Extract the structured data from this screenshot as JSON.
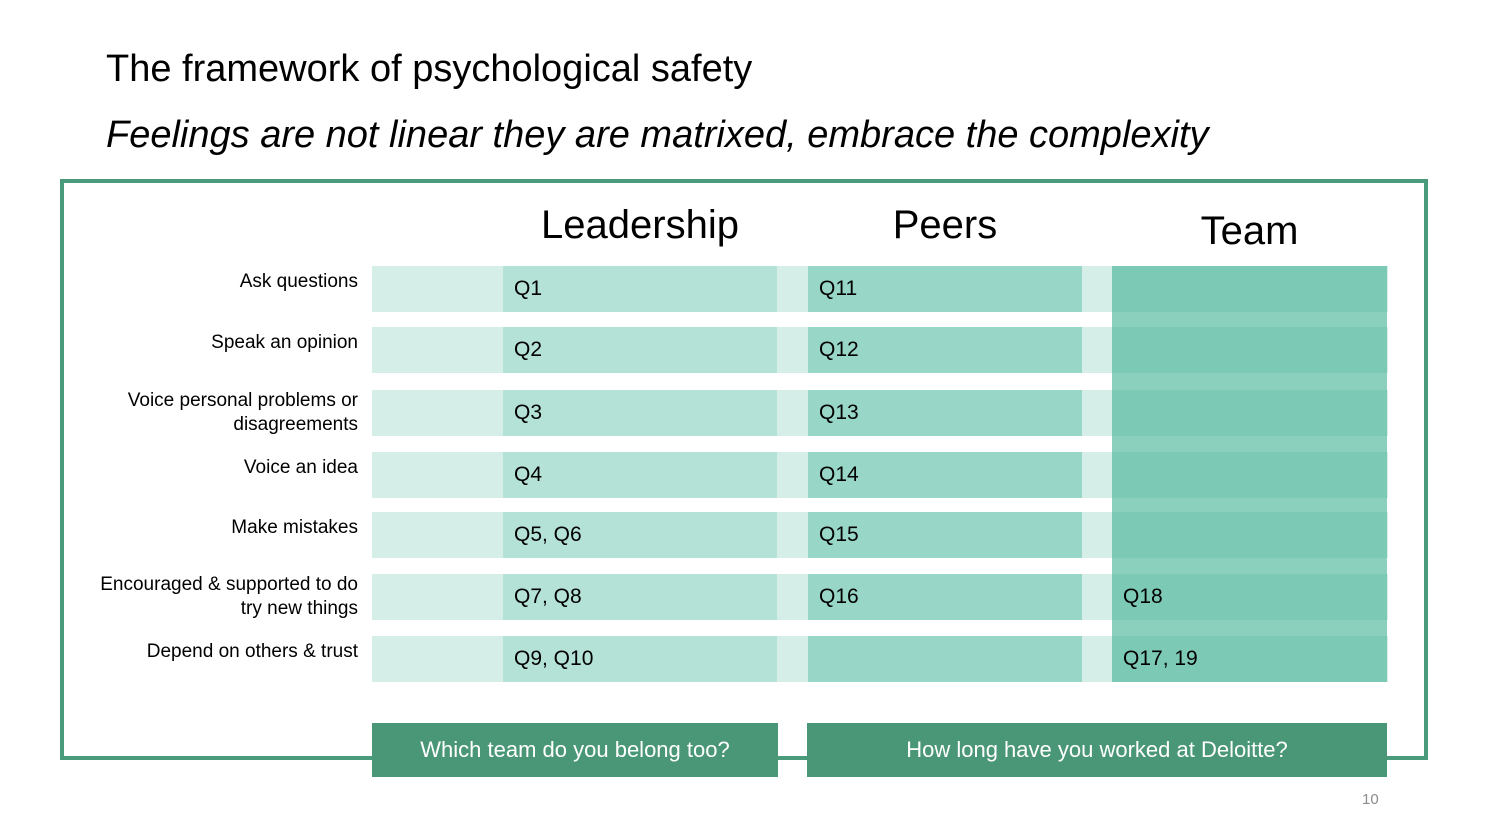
{
  "title": "The framework of psychological safety",
  "subtitle": "Feelings are not linear they are matrixed, embrace the complexity",
  "columns": [
    "Leadership",
    "Peers",
    "Team"
  ],
  "rows": [
    {
      "label": "Ask questions",
      "leadership": "Q1",
      "peers": "Q11",
      "team": ""
    },
    {
      "label": "Speak an opinion",
      "leadership": "Q2",
      "peers": "Q12",
      "team": ""
    },
    {
      "label": "Voice personal problems or\ndisagreements",
      "leadership": "Q3",
      "peers": "Q13",
      "team": ""
    },
    {
      "label": "Voice an idea",
      "leadership": "Q4",
      "peers": "Q14",
      "team": ""
    },
    {
      "label": "Make mistakes",
      "leadership": "Q5, Q6",
      "peers": "Q15",
      "team": ""
    },
    {
      "label": "Encouraged & supported to do\ntry new things",
      "leadership": "Q7, Q8",
      "peers": "Q16",
      "team": "Q18"
    },
    {
      "label": "Depend on others & trust",
      "leadership": "Q9, Q10",
      "peers": "",
      "team": "Q17, 19"
    }
  ],
  "footer_buttons": {
    "team_question": "Which team do you belong too?",
    "tenure_question": "How long have you worked at Deloitte?"
  },
  "page_number": "10",
  "colors": {
    "frame": "#4a9a7c",
    "band": "#d5eee8",
    "leadership": "#b4e2d6",
    "peers": "#98d7c7",
    "team": "#7ccab5",
    "button": "#4a9777"
  }
}
